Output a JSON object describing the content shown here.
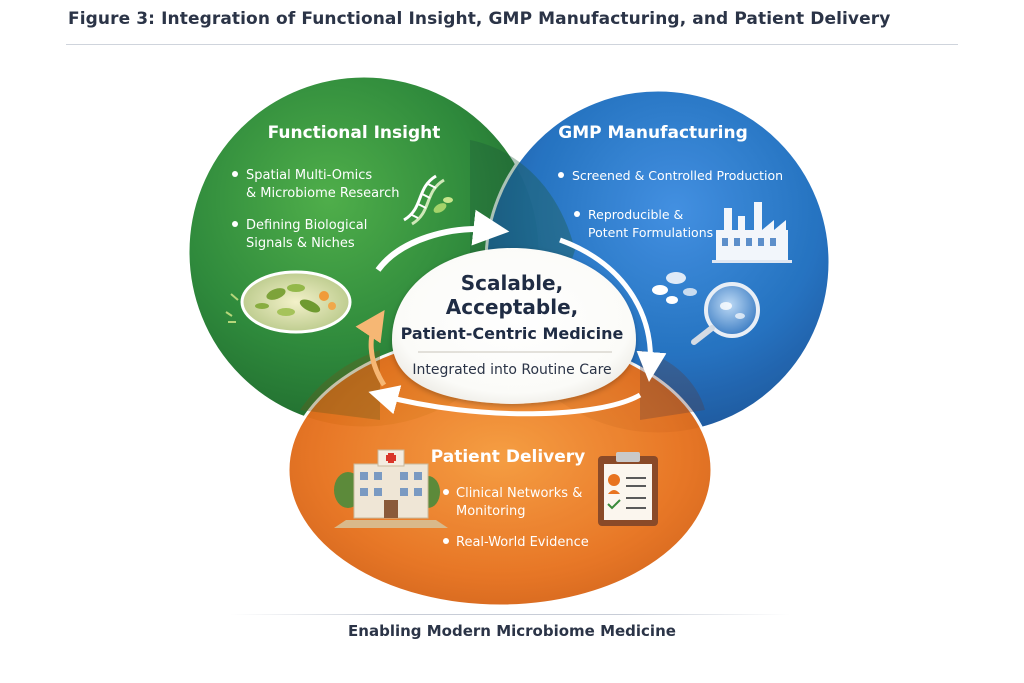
{
  "figure_title": "Figure 3: Integration of Functional Insight, GMP Manufacturing, and Patient Delivery",
  "circles": {
    "functional": {
      "title": "Functional Insight",
      "bullets": [
        [
          "Spatial Multi-Omics",
          "& Microbiome Research"
        ],
        [
          "Defining Biological",
          "Signals & Niches"
        ]
      ],
      "color": "#2f8a3c"
    },
    "gmp": {
      "title": "GMP Manufacturing",
      "bullets": [
        [
          "Screened & Controlled Production"
        ],
        [
          "Reproducible &",
          "Potent Formulations"
        ]
      ],
      "color": "#1f6fbf"
    },
    "delivery": {
      "title": "Patient Delivery",
      "bullets": [
        [
          "Clinical Networks &",
          "Monitoring"
        ],
        [
          "Real-World Evidence"
        ]
      ],
      "color": "#e8731f"
    }
  },
  "center": {
    "line1": "Scalable,",
    "line2": "Acceptable,",
    "line3": "Patient-Centric Medicine",
    "subtitle": "Integrated into Routine Care"
  },
  "footer": "Enabling Modern Microbiome Medicine",
  "icons": [
    "dna-icon",
    "microbe-dish-icon",
    "factory-icon",
    "pills-magnifier-icon",
    "hospital-icon",
    "clipboard-icon"
  ]
}
